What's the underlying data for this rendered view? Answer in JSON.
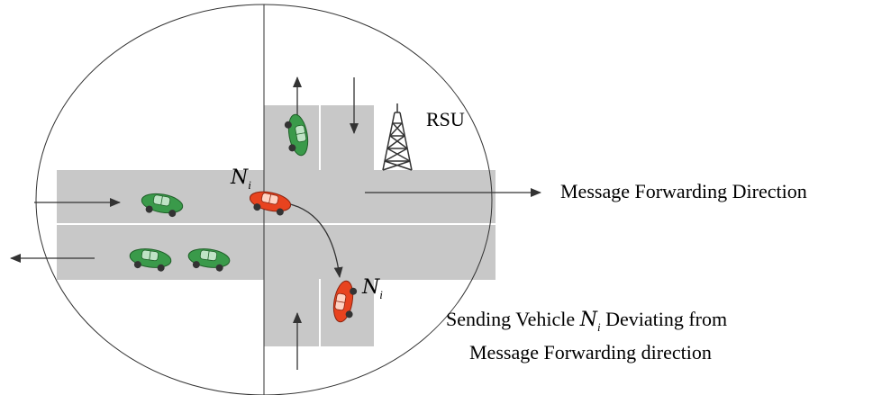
{
  "labels": {
    "rsu": "RSU",
    "forward_direction": "Message Forwarding Direction",
    "node_symbol": "N",
    "node_subscript": "i",
    "deviation_prefix": "Sending Vehicle",
    "deviation_suffix": "Deviating from",
    "deviation_line2": "Message Forwarding direction"
  },
  "colors": {
    "road": "#c8c8c8",
    "lane_line": "#ffffff",
    "green_car": "#3a9a4a",
    "red_car": "#e8431f",
    "arrow": "#333333"
  },
  "icons": [
    "rsu-tower-icon",
    "green-car-icon",
    "red-car-icon"
  ]
}
